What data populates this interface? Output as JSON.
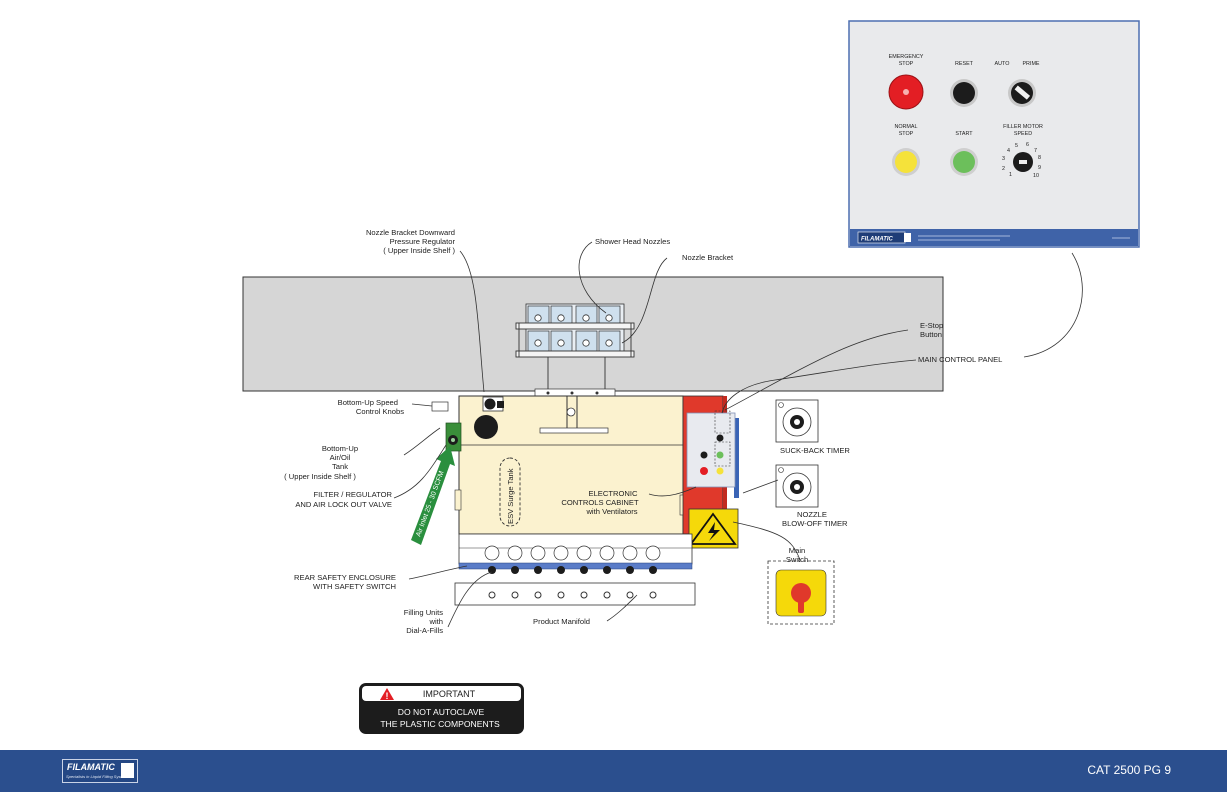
{
  "control_panel": {
    "emergency_stop": "EMERGENCY\nSTOP",
    "reset": "RESET",
    "auto": "AUTO",
    "prime": "PRIME",
    "normal_stop": "NORMAL\nSTOP",
    "start": "START",
    "filler_motor_speed": "FILLER MOTOR\nSPEED",
    "dial_numbers": [
      "1",
      "2",
      "3",
      "4",
      "5",
      "6",
      "7",
      "8",
      "9",
      "10"
    ],
    "brand": "FILAMATIC",
    "colors": {
      "panel_bg": "#e9eaec",
      "panel_border": "#4d6fb1",
      "strip": "#3f63a8",
      "estop": "#e31e24",
      "stop": "#f5e23a",
      "start": "#6cbf5b",
      "black": "#1c1c1c"
    }
  },
  "labels": {
    "nozzle_regulator": "Nozzle Bracket Downward\nPressure Regulator\n( Upper Inside Shelf )",
    "shower_head_nozzles": "Shower Head Nozzles",
    "nozzle_bracket": "Nozzle Bracket",
    "estop_button": "E-Stop\nButton",
    "main_control_panel": "MAIN CONTROL PANEL",
    "bottom_up_speed": "Bottom-Up Speed\nControl Knobs",
    "bottom_up_tank": "Bottom-Up\nAir/Oil\nTank\n( Upper Inside Shelf )",
    "filter_regulator": "FILTER / REGULATOR\nAND AIR LOCK OUT VALVE",
    "air_inlet": "Air Inlet 25 - 30 SCFM",
    "surge_tank": "ESV Surge Tank",
    "electronic_cabinet": "ELECTRONIC\nCONTROLS CABINET\nwith Ventilators",
    "suck_back_timer": "SUCK-BACK TIMER",
    "nozzle_blowoff_timer": "NOZZLE\nBLOW-OFF TIMER",
    "main_switch": "Main\nSwitch",
    "rear_enclosure": "REAR SAFETY ENCLOSURE\nWITH SAFETY SWITCH",
    "filling_units": "Filling Units\nwith\nDial-A-Fills",
    "product_manifold": "Product Manifold"
  },
  "important": {
    "title": "IMPORTANT",
    "line1": "DO NOT AUTOCLAVE",
    "line2": "THE PLASTIC COMPONENTS"
  },
  "footer": {
    "brand": "FILAMATIC",
    "tagline": "Specialists in Liquid Filling Systems",
    "page": "CAT 2500 PG 9"
  },
  "colors": {
    "belt": "#d6d6d6",
    "cabinet": "#fbf2cf",
    "red_panel": "#e0392b",
    "yellow_warning": "#f5d90a",
    "green_arrow": "#2a8f3e",
    "footer": "#2b4f8e"
  }
}
